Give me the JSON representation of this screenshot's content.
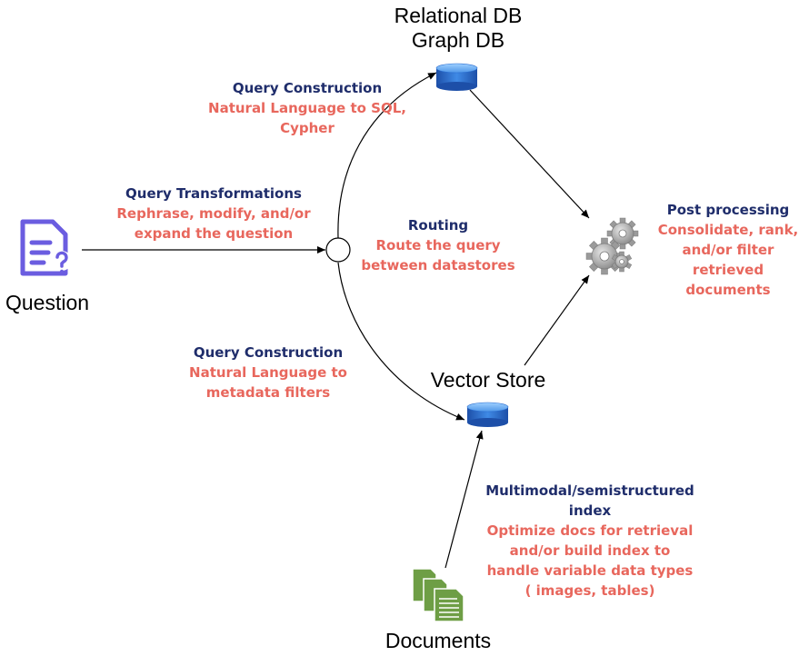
{
  "colors": {
    "heading": "#1f2d6b",
    "detail": "#e8675d",
    "question_icon": "#6b5de0",
    "documents_icon": "#6e9e45",
    "database": "#2a6dd0",
    "gears": "#9a9a9a"
  },
  "nodes": {
    "question": {
      "label": "Question",
      "icon": "question-document-icon"
    },
    "relational": {
      "line1": "Relational DB",
      "line2": "Graph DB",
      "icon": "database-icon"
    },
    "vector": {
      "label": "Vector Store",
      "icon": "database-icon"
    },
    "documents": {
      "label": "Documents",
      "icon": "documents-icon"
    },
    "post": {
      "icon": "gears-icon"
    }
  },
  "annotations": {
    "query_transformations": {
      "heading": "Query Transformations",
      "line1": "Rephrase, modify, and/or",
      "line2": "expand the question"
    },
    "query_construction_sql": {
      "heading": "Query Construction",
      "line1": "Natural Language to SQL,",
      "line2": "Cypher"
    },
    "routing": {
      "heading": "Routing",
      "line1": "Route the query",
      "line2": "between datastores"
    },
    "query_construction_meta": {
      "heading": "Query Construction",
      "line1": "Natural Language to",
      "line2": "metadata filters"
    },
    "post_processing": {
      "heading": "Post processing",
      "line1": "Consolidate, rank,",
      "line2": "and/or filter",
      "line3": "retrieved",
      "line4": "documents"
    },
    "multimodal": {
      "heading1": "Multimodal/semistructured",
      "heading2": "index",
      "line1": "Optimize docs for retrieval",
      "line2": "and/or build index to",
      "line3": "handle variable data types",
      "line4": "( images, tables)"
    }
  }
}
